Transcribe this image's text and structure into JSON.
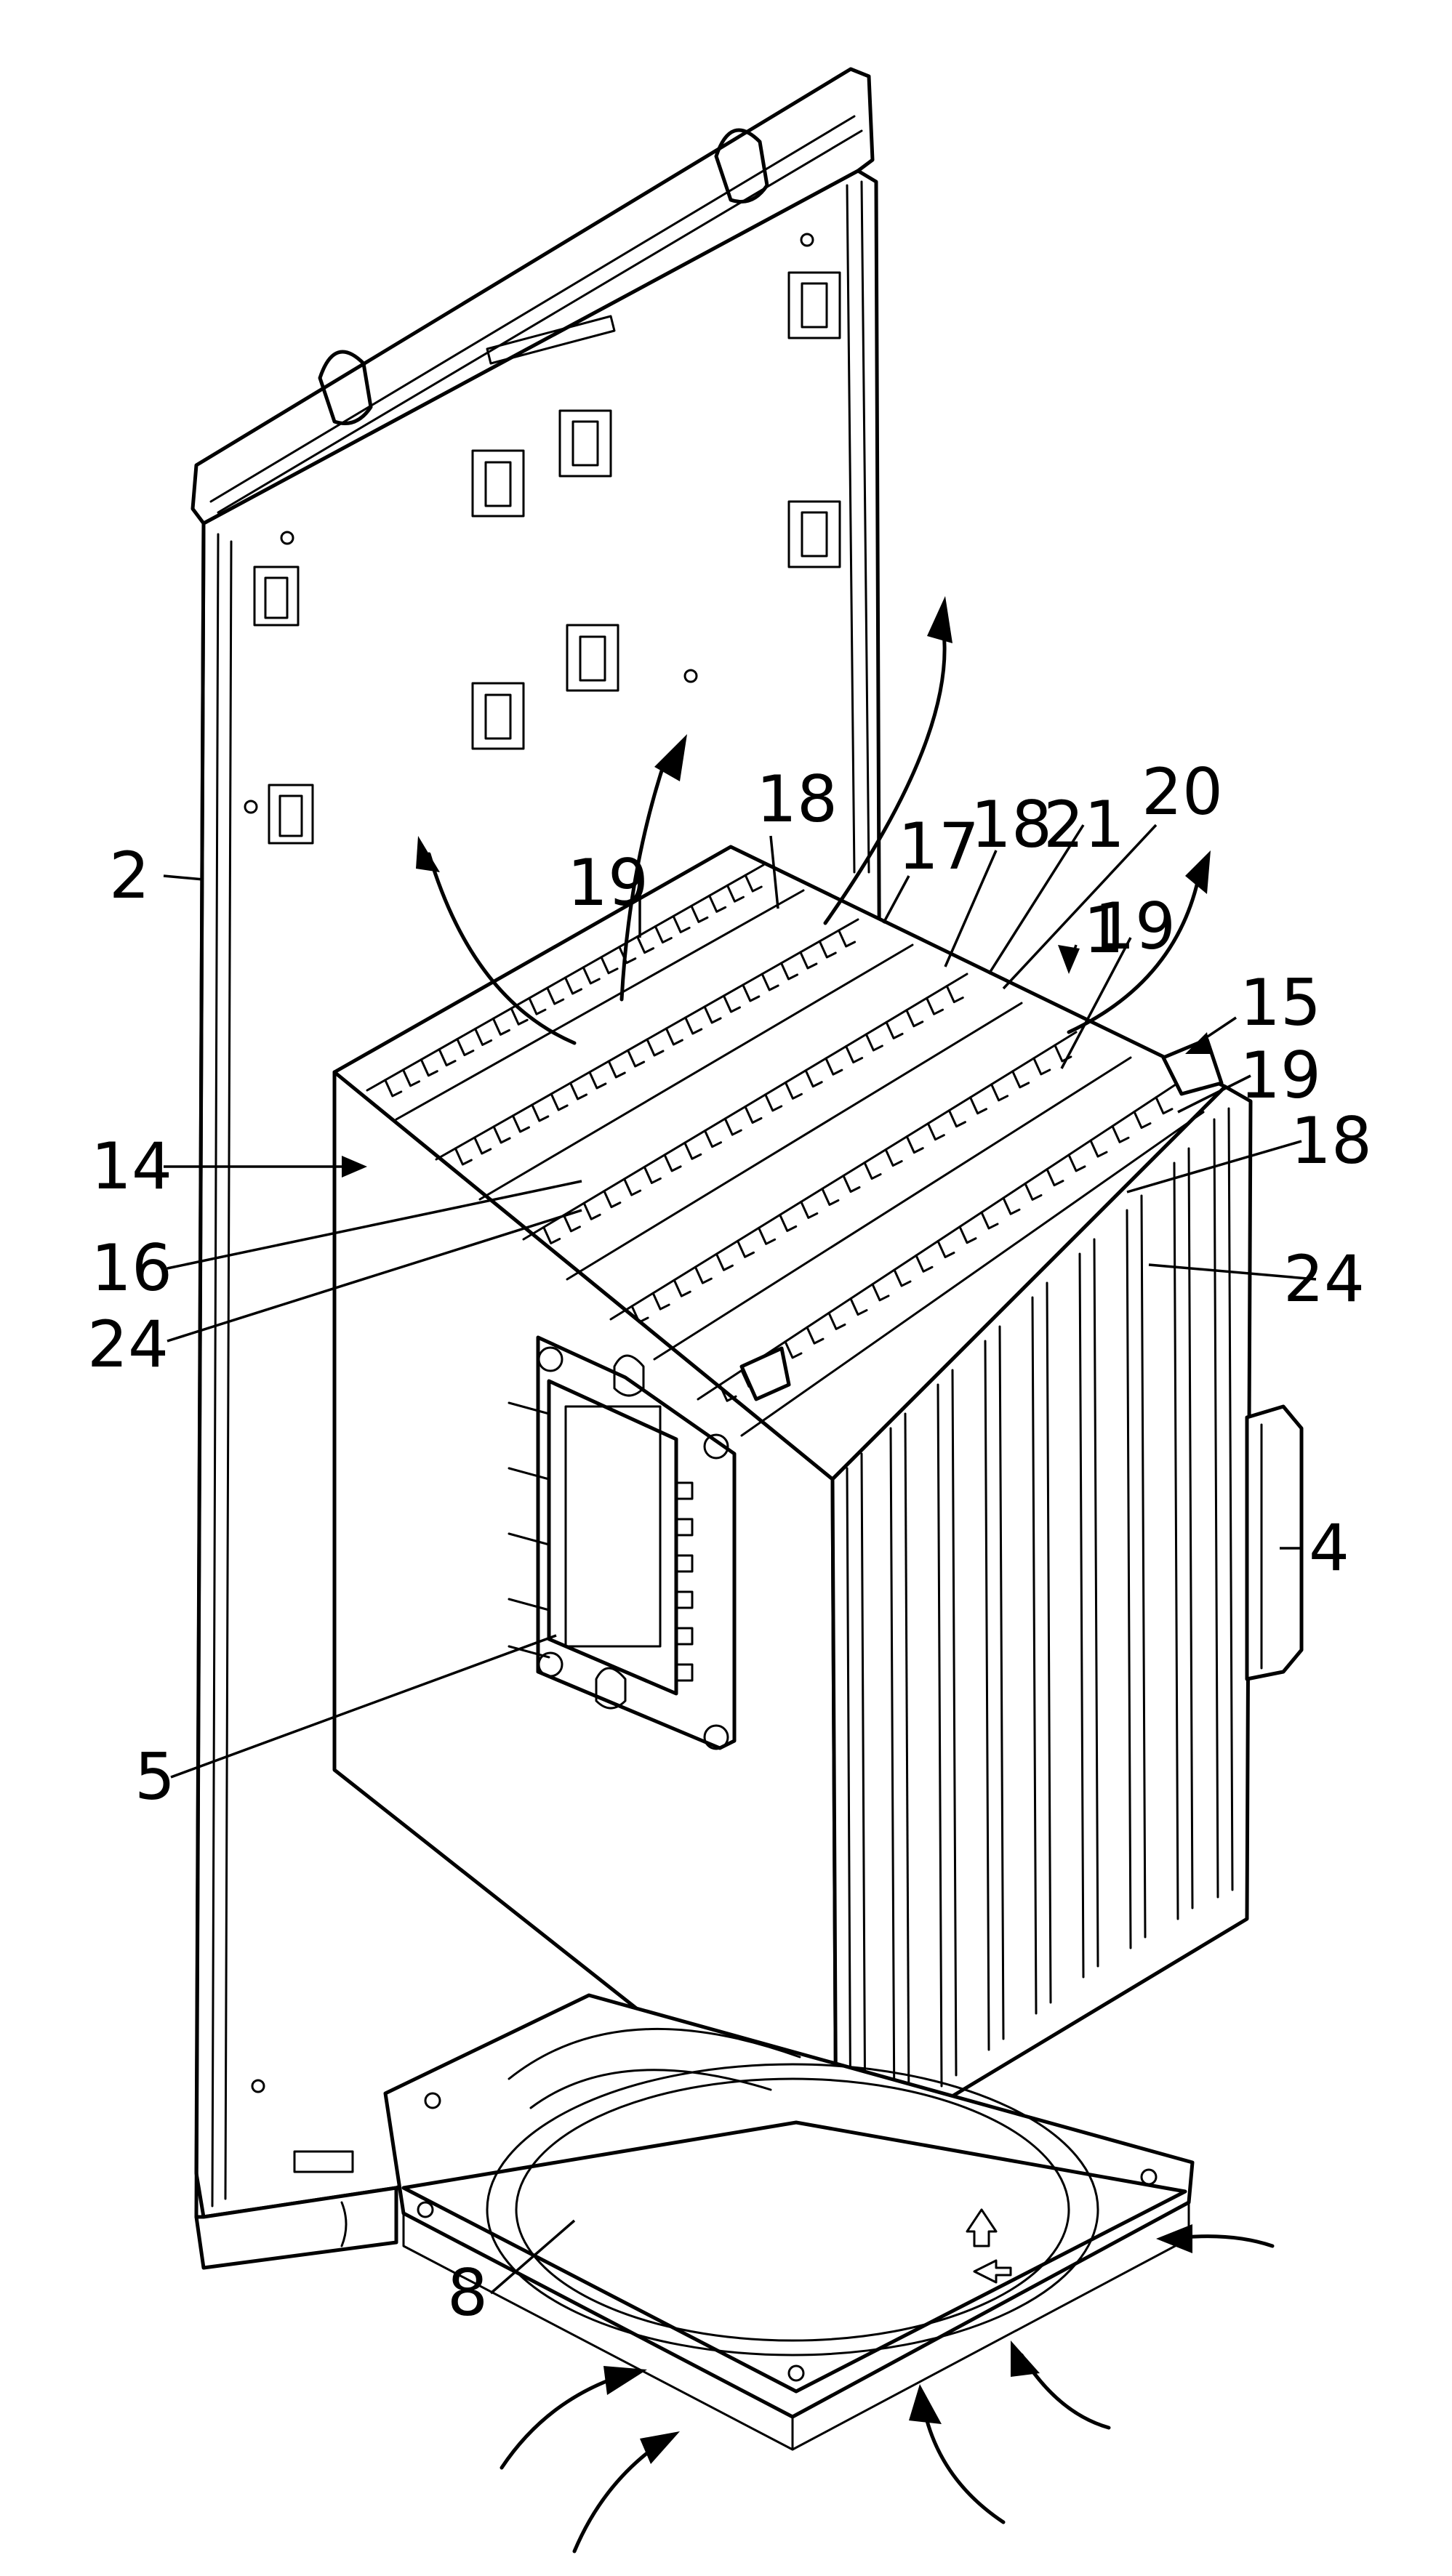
{
  "figure": {
    "reference_numerals": [
      {
        "id": "label-2",
        "text": "2"
      },
      {
        "id": "label-1",
        "text": "1"
      },
      {
        "id": "label-4",
        "text": "4"
      },
      {
        "id": "label-5",
        "text": "5"
      },
      {
        "id": "label-8",
        "text": "8"
      },
      {
        "id": "label-14",
        "text": "14"
      },
      {
        "id": "label-15",
        "text": "15"
      },
      {
        "id": "label-16",
        "text": "16"
      },
      {
        "id": "label-17",
        "text": "17"
      },
      {
        "id": "label-18a",
        "text": "18"
      },
      {
        "id": "label-18b",
        "text": "18"
      },
      {
        "id": "label-18c",
        "text": "18"
      },
      {
        "id": "label-19a",
        "text": "19"
      },
      {
        "id": "label-19b",
        "text": "19"
      },
      {
        "id": "label-19c",
        "text": "19"
      },
      {
        "id": "label-20",
        "text": "20"
      },
      {
        "id": "label-21",
        "text": "21"
      },
      {
        "id": "label-24a",
        "text": "24"
      },
      {
        "id": "label-24b",
        "text": "24"
      }
    ],
    "components": {
      "mounting_plate": "mounting-plate",
      "heat_sink": "heat-sink",
      "power_module": "power-module",
      "fan": "fan",
      "side_component": "side-component"
    }
  }
}
